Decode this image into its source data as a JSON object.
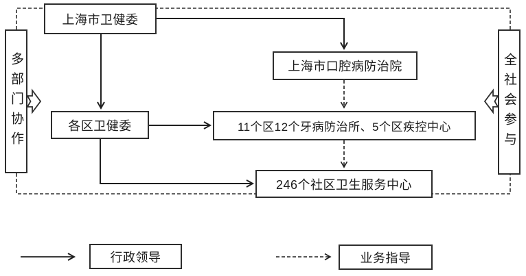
{
  "colors": {
    "line": "#1f1f1f",
    "box_border": "#2d2d2d",
    "text": "#1a1a1a",
    "background": "#ffffff"
  },
  "nodes": {
    "municipal_health_commission": "上海市卫健委",
    "stomatological_hospital": "上海市口腔病防治院",
    "district_health_commissions": "各区卫健委",
    "district_clinics": "11个区12个牙病防治所、5个区疾控中心",
    "community_centers": "246个社区卫生服务中心",
    "left_banner": "多部门协作",
    "right_banner": "全社会参与"
  },
  "legend": {
    "solid_arrow_label": "行政领导",
    "dashed_arrow_label": "业务指导"
  }
}
